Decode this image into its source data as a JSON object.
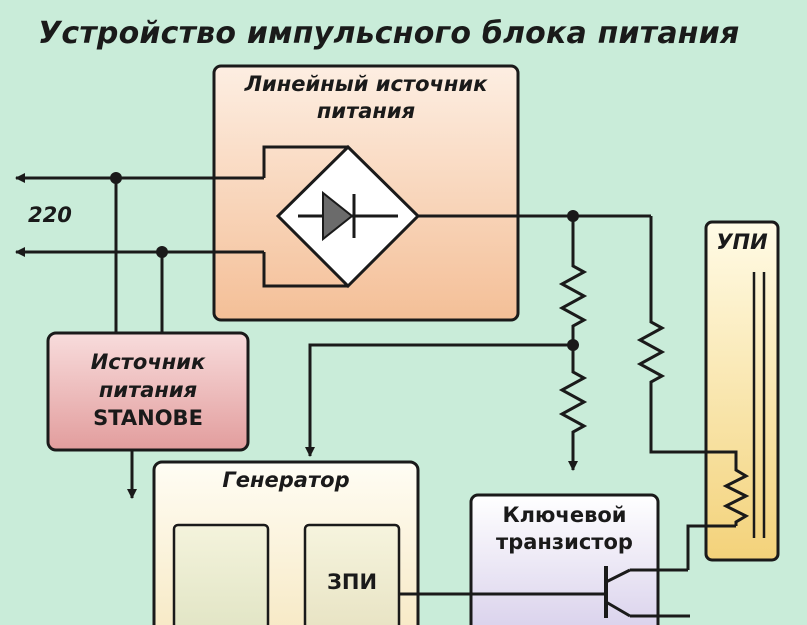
{
  "title": "Устройство импульсного блока питания",
  "blocks": {
    "linear": {
      "line1": "Линейный источник",
      "line2": "питания"
    },
    "standby": {
      "line1": "Источник",
      "line2": "питания",
      "line3": "STANOBE"
    },
    "generator": {
      "label": "Генератор"
    },
    "zpi": {
      "label": "ЗПИ"
    },
    "upi": {
      "label": "УПИ"
    },
    "transistor": {
      "line1": "Ключевой",
      "line2": "транзистор"
    }
  },
  "mains_label": "220",
  "colors": {
    "background": "#c9ecd9",
    "linear_fill": "#f7c8a6",
    "standby_fill": "#e8a6a6",
    "generator_fill": "#fbf0d0",
    "upi_fill": "#f7df8a",
    "transistor_fill": "#ded6ef",
    "wire": "#1a1a1a"
  },
  "icons": [
    "diode-bridge-icon",
    "resistor-icon",
    "transistor-icon",
    "arrow-icon"
  ]
}
